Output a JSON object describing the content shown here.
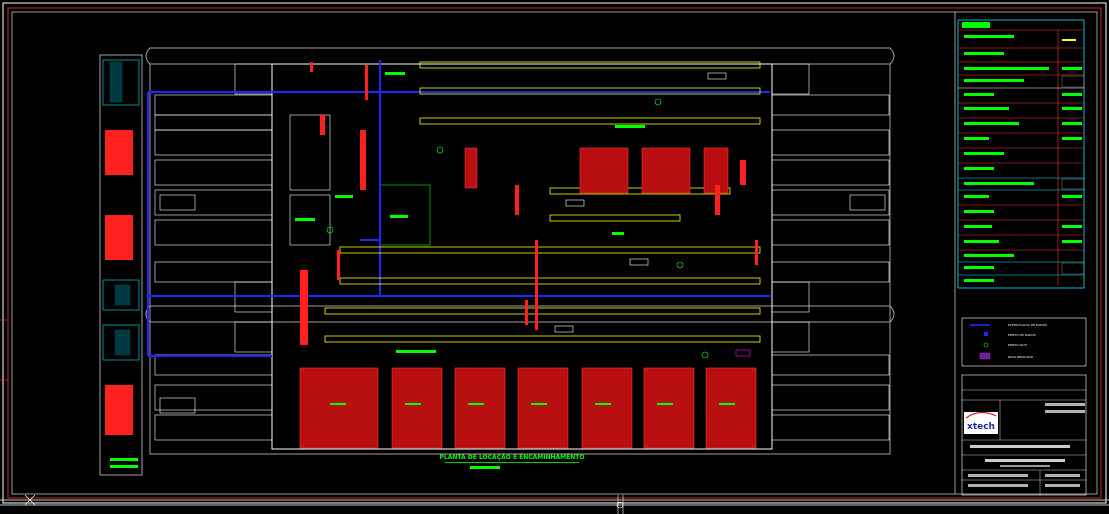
{
  "drawing": {
    "title": "PLANTA DE LOCAÇÃO E ENCAMINHAMENTO",
    "background_color": "#000000",
    "colors": {
      "blue": "#1a2aff",
      "red": "#e01010",
      "green": "#00ff00",
      "yellow": "#ffff00",
      "white": "#ffffff",
      "gray": "#a0a0a0",
      "cyan": "#00e5ff",
      "magenta": "#ff00ff"
    }
  },
  "legend": {
    "items": [
      {
        "label": "ELETROCALHA DE DADOS",
        "symbol": "blue-line"
      },
      {
        "label": "PONTO DE DADOS",
        "symbol": "blue-outlet-icon"
      },
      {
        "label": "PONTO WI-FI",
        "symbol": "wifi-icon"
      },
      {
        "label": "RACK DEDICADO",
        "symbol": "rack-icon"
      }
    ]
  },
  "title_block": {
    "logo_text": "xtech"
  }
}
